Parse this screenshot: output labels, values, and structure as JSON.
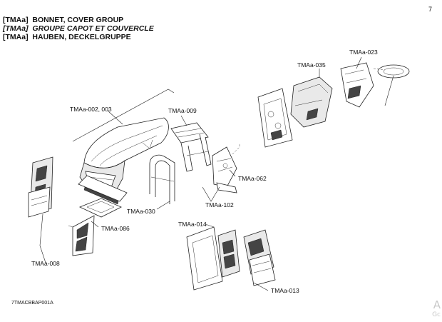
{
  "page_number": "7",
  "titles": [
    {
      "code": "[TMAa]",
      "text": "BONNET, COVER GROUP",
      "italic": false
    },
    {
      "code": "[TMAa]",
      "text": "GROUPE CAPOT ET COUVERCLE",
      "italic": true
    },
    {
      "code": "[TMAa]",
      "text": "HAUBEN, DECKELGRUPPE",
      "italic": false
    }
  ],
  "callouts": {
    "tmaa_002_003": "TMAa-002, 003",
    "tmaa_009": "TMAa-009",
    "tmaa_035": "TMAa-035",
    "tmaa_023": "TMAa-023",
    "tmaa_062": "TMAa-062",
    "tmaa_102": "TMAa-102",
    "tmaa_030": "TMAa-030",
    "tmaa_086": "TMAa-086",
    "tmaa_008": "TMAa-008",
    "tmaa_014": "TMAa-014",
    "tmaa_013": "TMAa-013"
  },
  "figure_code": "7TMACBBAP001A",
  "watermark": {
    "line1": "A",
    "line2": "Gc"
  }
}
